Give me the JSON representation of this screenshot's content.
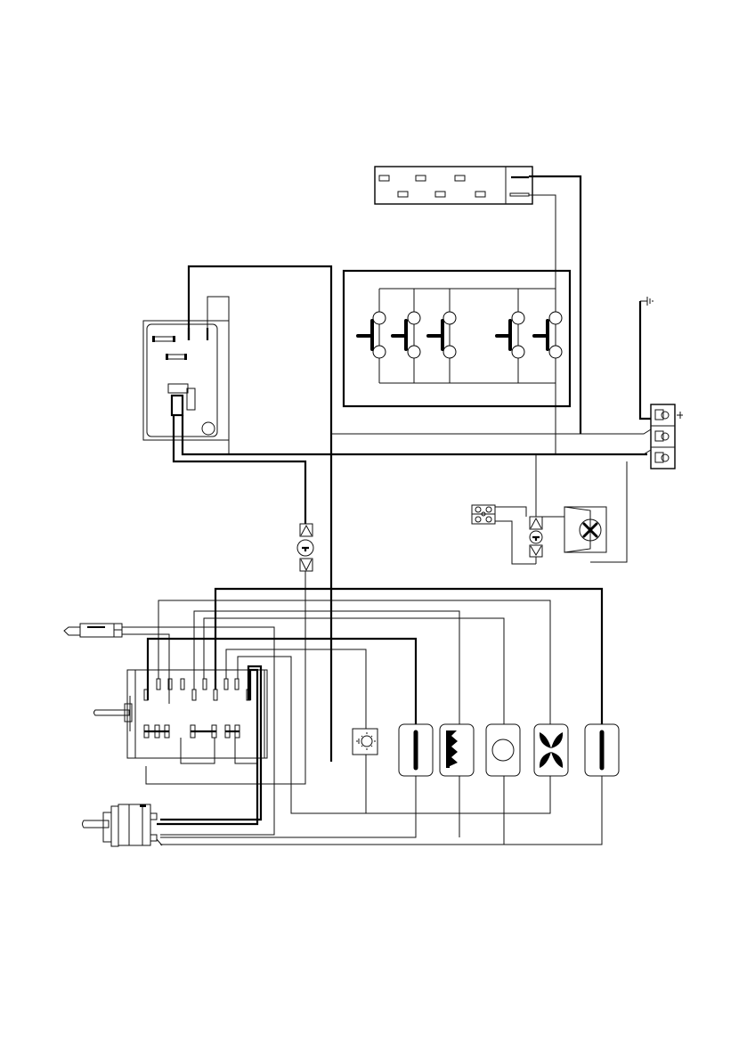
{
  "diagram": {
    "type": "wiring-schematic",
    "components": [
      {
        "id": "display-timer-module",
        "icon": "control-module-icon"
      },
      {
        "id": "door-lock",
        "icon": "lock-icon"
      },
      {
        "id": "hob-touch-control-board",
        "icon": "switch-board-icon"
      },
      {
        "id": "terminal-block",
        "icon": "terminal-block-icon",
        "terminals": 3
      },
      {
        "id": "cooling-fan",
        "icon": "fan-icon"
      },
      {
        "id": "safety-thermostat",
        "icon": "thermostat-icon"
      },
      {
        "id": "oven-lamp",
        "icon": "lamp-icon"
      },
      {
        "id": "function-selector-switch",
        "icon": "rotary-switch-icon"
      },
      {
        "id": "temperature-thermostat",
        "icon": "thermostat-knob-icon"
      },
      {
        "id": "temperature-probe",
        "icon": "probe-icon"
      },
      {
        "id": "bottom-heating-element",
        "icon": "heating-element-icon"
      },
      {
        "id": "grill-element",
        "icon": "grill-element-icon"
      },
      {
        "id": "circular-heating-element",
        "icon": "circle-element-icon"
      },
      {
        "id": "convection-fan-motor",
        "icon": "fan-icon"
      },
      {
        "id": "top-heating-element",
        "icon": "heating-element-icon"
      }
    ],
    "ground_symbol": "ground-icon"
  }
}
